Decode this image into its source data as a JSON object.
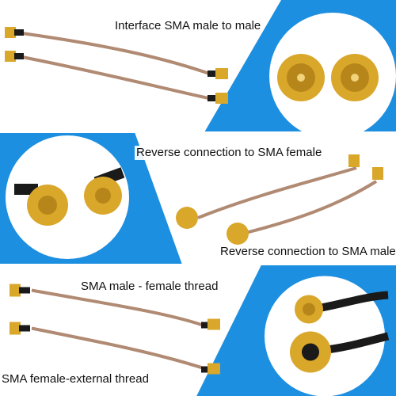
{
  "colors": {
    "accent_blue": "#1d8fe0",
    "cable": "#b08a72",
    "gold": "#d9a72a",
    "boot_black": "#1a1a1a"
  },
  "icons": [
    "sma-male-connector-icon",
    "sma-female-connector-icon",
    "coax-cable-icon",
    "zoom-circle-icon"
  ],
  "panels": [
    {
      "caption": "Interface SMA male to male"
    },
    {
      "caption": "Reverse connection to SMA female",
      "caption_bottom": "Reverse connection to SMA male"
    },
    {
      "caption": "SMA male - female thread",
      "caption_bottom": "SMA female-external thread"
    }
  ]
}
